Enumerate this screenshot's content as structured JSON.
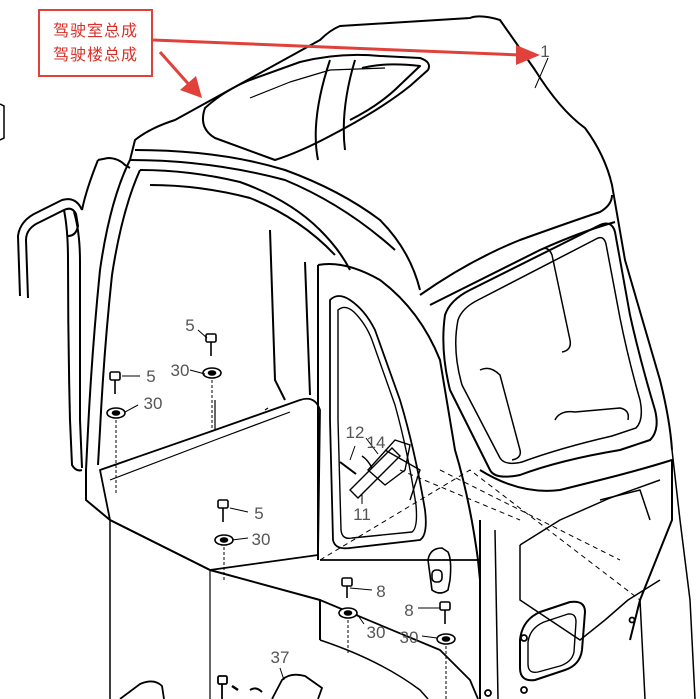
{
  "annotation": {
    "line1": "驾驶室总成",
    "line2": "驾驶楼总成",
    "color": "#e0413a"
  },
  "part_labels": {
    "cab": "1",
    "bolt_a": "5",
    "washer_a": "30",
    "bolt_b": "5",
    "washer_b": "30",
    "bolt_c": "5",
    "washer_c": "30",
    "part_12": "12",
    "part_14": "14",
    "part_11": "11",
    "bolt_d": "8",
    "washer_d": "30",
    "bolt_e": "8",
    "washer_e": "30",
    "part_37": "37"
  }
}
